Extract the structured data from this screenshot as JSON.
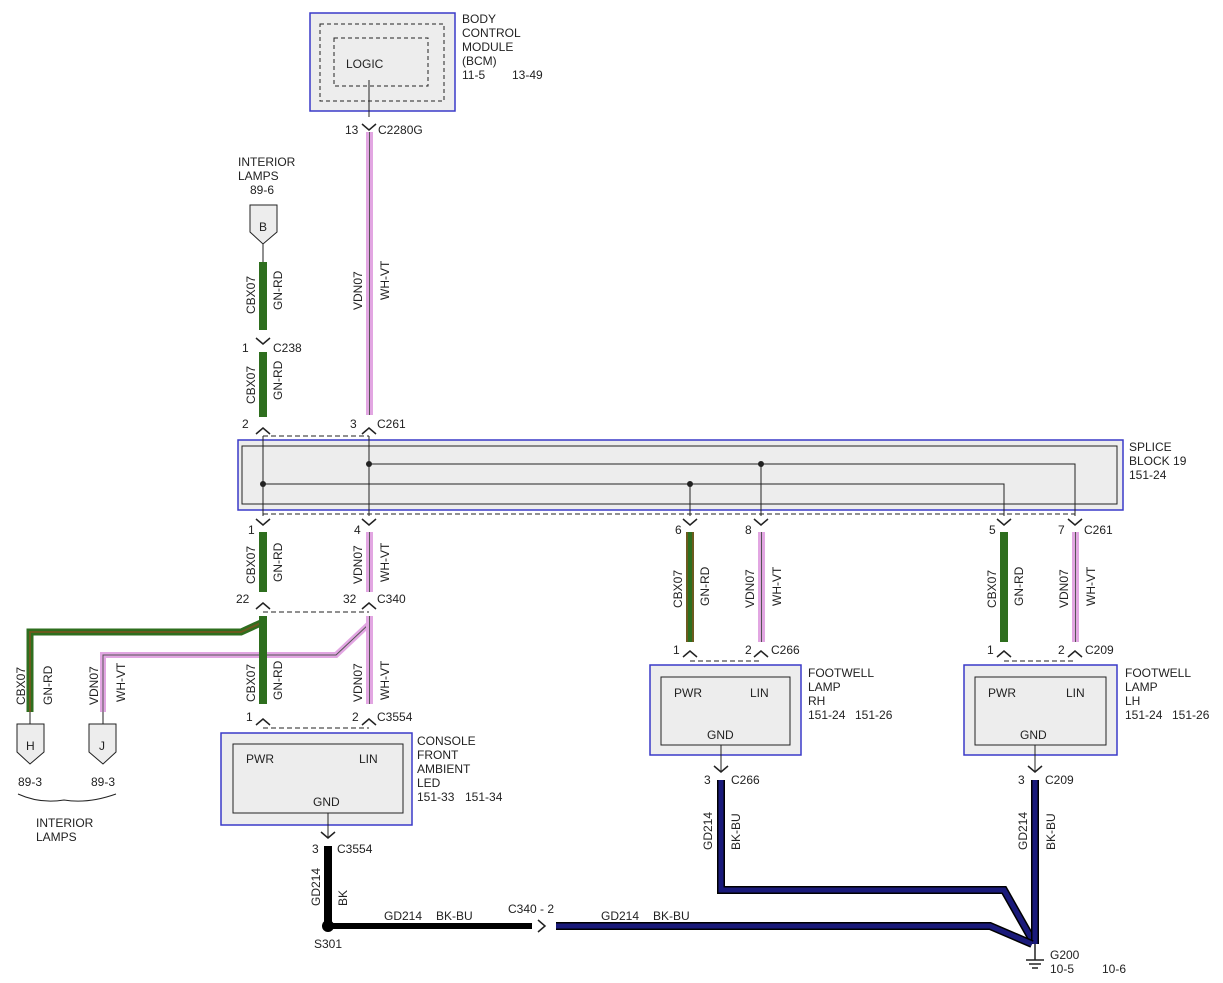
{
  "bcm": {
    "logic": "LOGIC",
    "name_l1": "BODY",
    "name_l2": "CONTROL",
    "name_l3": "MODULE",
    "name_l4": "(BCM)",
    "ref_a": "11-5",
    "ref_b": "13-49",
    "pin": "13",
    "connector": "C2280G"
  },
  "interior_top": {
    "name_l1": "INTERIOR",
    "name_l2": "LAMPS",
    "ref": "89-6",
    "tag": "B"
  },
  "wires": {
    "cbx": "CBX07",
    "gnrd": "GN-RD",
    "vdn": "VDN07",
    "whvt": "WH-VT",
    "gd": "GD214",
    "bkbu": "BK-BU",
    "bk": "BK"
  },
  "c238": {
    "pin": "1",
    "connector": "C238"
  },
  "c261_top": {
    "pin_a": "2",
    "pin_b": "3",
    "connector": "C261"
  },
  "splice": {
    "name_l1": "SPLICE",
    "name_l2": "BLOCK 19",
    "ref": "151-24"
  },
  "c261_bot": {
    "p1": "1",
    "p4": "4",
    "p6": "6",
    "p8": "8",
    "p5": "5",
    "p7": "7",
    "connector": "C261"
  },
  "c340": {
    "pin_a": "22",
    "pin_b": "32",
    "connector": "C340"
  },
  "c3554": {
    "pin_a": "1",
    "pin_b": "2",
    "connector": "C3554",
    "gnd_pin": "3"
  },
  "console": {
    "name_l1": "CONSOLE",
    "name_l2": "FRONT",
    "name_l3": "AMBIENT",
    "name_l4": "LED",
    "ref_a": "151-33",
    "ref_b": "151-34",
    "pwr": "PWR",
    "lin": "LIN",
    "gnd": "GND"
  },
  "interior_bottom": {
    "tag_h": "H",
    "tag_j": "J",
    "ref_h": "89-3",
    "ref_j": "89-3",
    "name_l1": "INTERIOR",
    "name_l2": "LAMPS"
  },
  "rh": {
    "name_l1": "FOOTWELL",
    "name_l2": "LAMP",
    "name_l3": "RH",
    "ref_a": "151-24",
    "ref_b": "151-26",
    "pwr": "PWR",
    "lin": "LIN",
    "gnd": "GND",
    "pin_a": "1",
    "pin_b": "2",
    "connector": "C266",
    "gnd_pin": "3"
  },
  "lh": {
    "name_l1": "FOOTWELL",
    "name_l2": "LAMP",
    "name_l3": "LH",
    "ref_a": "151-24",
    "ref_b": "151-26",
    "pwr": "PWR",
    "lin": "LIN",
    "gnd": "GND",
    "pin_a": "1",
    "pin_b": "2",
    "connector": "C209",
    "gnd_pin": "3"
  },
  "ground": {
    "splice": "S301",
    "inline_conn": "C340 - 2",
    "point": "G200",
    "ref_a": "10-5",
    "ref_b": "10-6"
  },
  "colors": {
    "module_border": "#3a3ac8",
    "module_fill": "#ededed",
    "green_wire": "#2e6e1e",
    "green_core": "#4a8c2a",
    "green_rd": "#6b5a1e",
    "pink_wire": "#e2a6e2",
    "ground_wire": "#1a1a7a",
    "black_wire": "#000000"
  }
}
